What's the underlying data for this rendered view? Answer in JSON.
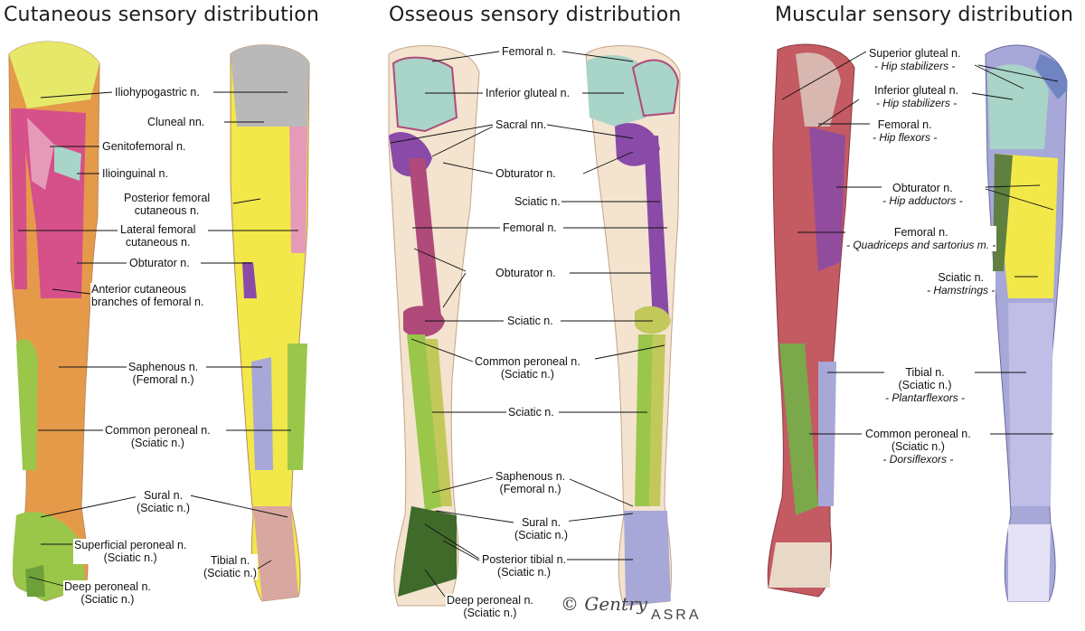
{
  "panels": {
    "cutaneous": {
      "title": "Cutaneous sensory distribution",
      "labels": {
        "iliohypogastric": [
          "Iliohypogastric n."
        ],
        "cluneal": [
          "Cluneal nn."
        ],
        "genitofemoral": [
          "Genitofemoral n."
        ],
        "ilioinguinal": [
          "Ilioinguinal n."
        ],
        "posterior_femoral": [
          "Posterior femoral",
          "cutaneous n."
        ],
        "lateral_femoral": [
          "Lateral femoral",
          "cutaneous n."
        ],
        "obturator": [
          "Obturator n."
        ],
        "anterior_cutaneous": [
          "Anterior cutaneous",
          "branches of femoral n."
        ],
        "saphenous": [
          "Saphenous n.",
          "(Femoral n.)"
        ],
        "common_peroneal": [
          "Common peroneal n.",
          "(Sciatic n.)"
        ],
        "sural": [
          "Sural n.",
          "(Sciatic n.)"
        ],
        "superficial_peroneal": [
          "Superficial peroneal n.",
          "(Sciatic n.)"
        ],
        "tibial": [
          "Tibial n.",
          "(Sciatic n.)"
        ],
        "deep_peroneal": [
          "Deep peroneal n.",
          "(Sciatic n.)"
        ]
      }
    },
    "osseous": {
      "title": "Osseous sensory distribution",
      "labels": {
        "femoral_top": [
          "Femoral n."
        ],
        "inferior_gluteal": [
          "Inferior gluteal n."
        ],
        "sacral": [
          "Sacral nn."
        ],
        "obturator_top": [
          "Obturator n."
        ],
        "sciatic_top": [
          "Sciatic n."
        ],
        "femoral_mid": [
          "Femoral n."
        ],
        "obturator_mid": [
          "Obturator n."
        ],
        "sciatic_knee": [
          "Sciatic n."
        ],
        "common_peroneal": [
          "Common peroneal n.",
          "(Sciatic n.)"
        ],
        "sciatic_shin": [
          "Sciatic n."
        ],
        "saphenous": [
          "Saphenous n.",
          "(Femoral n.)"
        ],
        "sural": [
          "Sural n.",
          "(Sciatic n.)"
        ],
        "posterior_tibial": [
          "Posterior tibial n.",
          "(Sciatic n.)"
        ],
        "deep_peroneal": [
          "Deep peroneal n.",
          "(Sciatic n.)"
        ]
      }
    },
    "muscular": {
      "title": "Muscular sensory distribution",
      "labels": {
        "superior_gluteal": [
          "Superior gluteal n.",
          "- Hip stabilizers -"
        ],
        "inferior_gluteal": [
          "Inferior gluteal n.",
          "- Hip stabilizers -"
        ],
        "femoral_hip": [
          "Femoral n.",
          "- Hip flexors -"
        ],
        "obturator": [
          "Obturator n.",
          "- Hip adductors -"
        ],
        "femoral_quad": [
          "Femoral n.",
          "- Quadriceps and sartorius m. -"
        ],
        "sciatic": [
          "Sciatic n.",
          "- Hamstrings -"
        ],
        "tibial": [
          "Tibial n.",
          "(Sciatic n.)",
          "- Plantarflexors -"
        ],
        "common_peroneal": [
          "Common peroneal n.",
          "(Sciatic n.)",
          "- Dorsiflexors -"
        ]
      }
    }
  },
  "signature": {
    "artist": "© Gentry",
    "org": "ASRA"
  },
  "colors": {
    "skin": "#f3e3cf",
    "magenta": "#d6508a",
    "pink": "#e59bb7",
    "orange": "#e59a4a",
    "yellow": "#f2e84a",
    "green": "#9ac64a",
    "lavender": "#a7a8d8",
    "teal": "#a9d4c8",
    "gray": "#b9b9b9",
    "purple": "#8a4aa8",
    "darkgreen": "#3f6a2a",
    "muscle_red": "#c45a62",
    "muscle_blue": "#6f84c0"
  }
}
